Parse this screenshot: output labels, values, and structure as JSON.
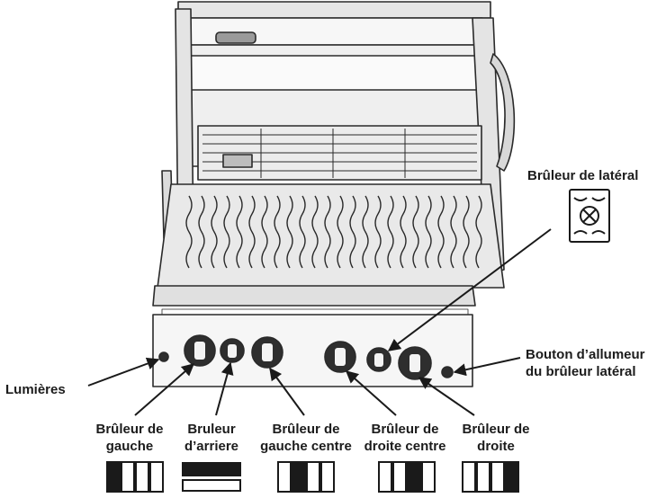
{
  "labels": {
    "side_burner": "Brûleur de latéral",
    "side_igniter_line1": "Bouton d’allumeur",
    "side_igniter_line2": "du brûleur latéral",
    "lights": "Lumières",
    "left_burner_line1": "Brûleur de",
    "left_burner_line2": "gauche",
    "rear_burner_line1": "Bruleur",
    "rear_burner_line2": "d’arriere",
    "left_center_line1": "Brûleur de",
    "left_center_line2": "gauche centre",
    "right_center_line1": "Brûleur de",
    "right_center_line2": "droite centre",
    "right_burner_line1": "Brûleur de",
    "right_burner_line2": "droite"
  },
  "burner_icons": {
    "left": [
      1,
      0,
      0,
      0
    ],
    "left_center": [
      0,
      1,
      0,
      0
    ],
    "right_center": [
      0,
      0,
      1,
      0
    ],
    "right": [
      0,
      0,
      0,
      1
    ],
    "rear": "top-bar"
  },
  "colors": {
    "line": "#2a2a2a",
    "fill_light": "#f2f2f2",
    "fill_mid": "#d9d9d9",
    "fill_dark": "#1a1a1a"
  }
}
